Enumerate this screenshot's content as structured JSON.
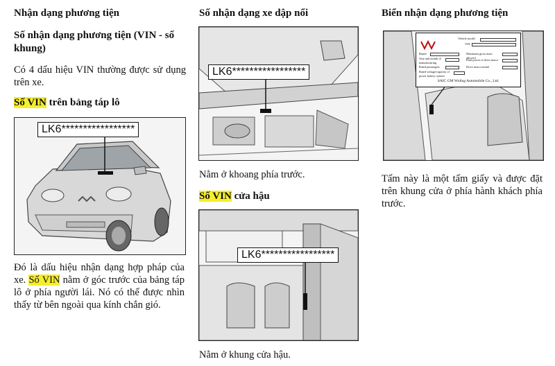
{
  "col1": {
    "heading": "Nhận dạng phương tiện",
    "subheading": "Số nhận dạng phương tiện (VIN - số khung)",
    "intro": "Có 4 dấu hiệu VIN thường được sử dụng trên xe.",
    "dash_title_hl": "Số VIN",
    "dash_title_rest": " trên bảng táp lô",
    "dash_vin_label": "LK6*****************",
    "body_part1": "Đó là dấu hiệu nhận dạng hợp pháp của xe. ",
    "body_hl": "Số VIN",
    "body_part2": " nằm ở góc trước của bảng táp lô ở phía người lái. Nó có thể được nhìn thấy từ bên ngoài qua kính chắn gió."
  },
  "col2": {
    "heading": "Số nhận dạng xe dập nổi",
    "engine_vin_label": "LK6*****************",
    "engine_caption": "Nằm ở khoang phía trước.",
    "tail_title_hl": "Số VIN",
    "tail_title_rest": " cửa hậu",
    "tail_vin_label": "LK6*****************",
    "tail_caption": "Nằm ở khung cửa hậu."
  },
  "col3": {
    "heading": "Biển nhận dạng phương tiện",
    "plate": {
      "field_vehicle_model": "Vehicle model",
      "field_vin": "VIN",
      "field_brand": "Brand",
      "field_max_mass": "Maximum gross mass allowed",
      "field_manufacture_date": "Year and month of manufacturing",
      "field_peak_power": "Peak power of drive motor",
      "field_rated_passengers": "Rated passengers",
      "field_motor_model": "Drive motor model",
      "field_battery_voltage": "Rated voltage/capacity of power battery system",
      "manufacturer": "SAIC GM Wuling Automobile Co., Ltd."
    },
    "caption": "Tấm này là một tấm giấy và được đặt trên khung cửa ở phía hành khách phía trước."
  }
}
